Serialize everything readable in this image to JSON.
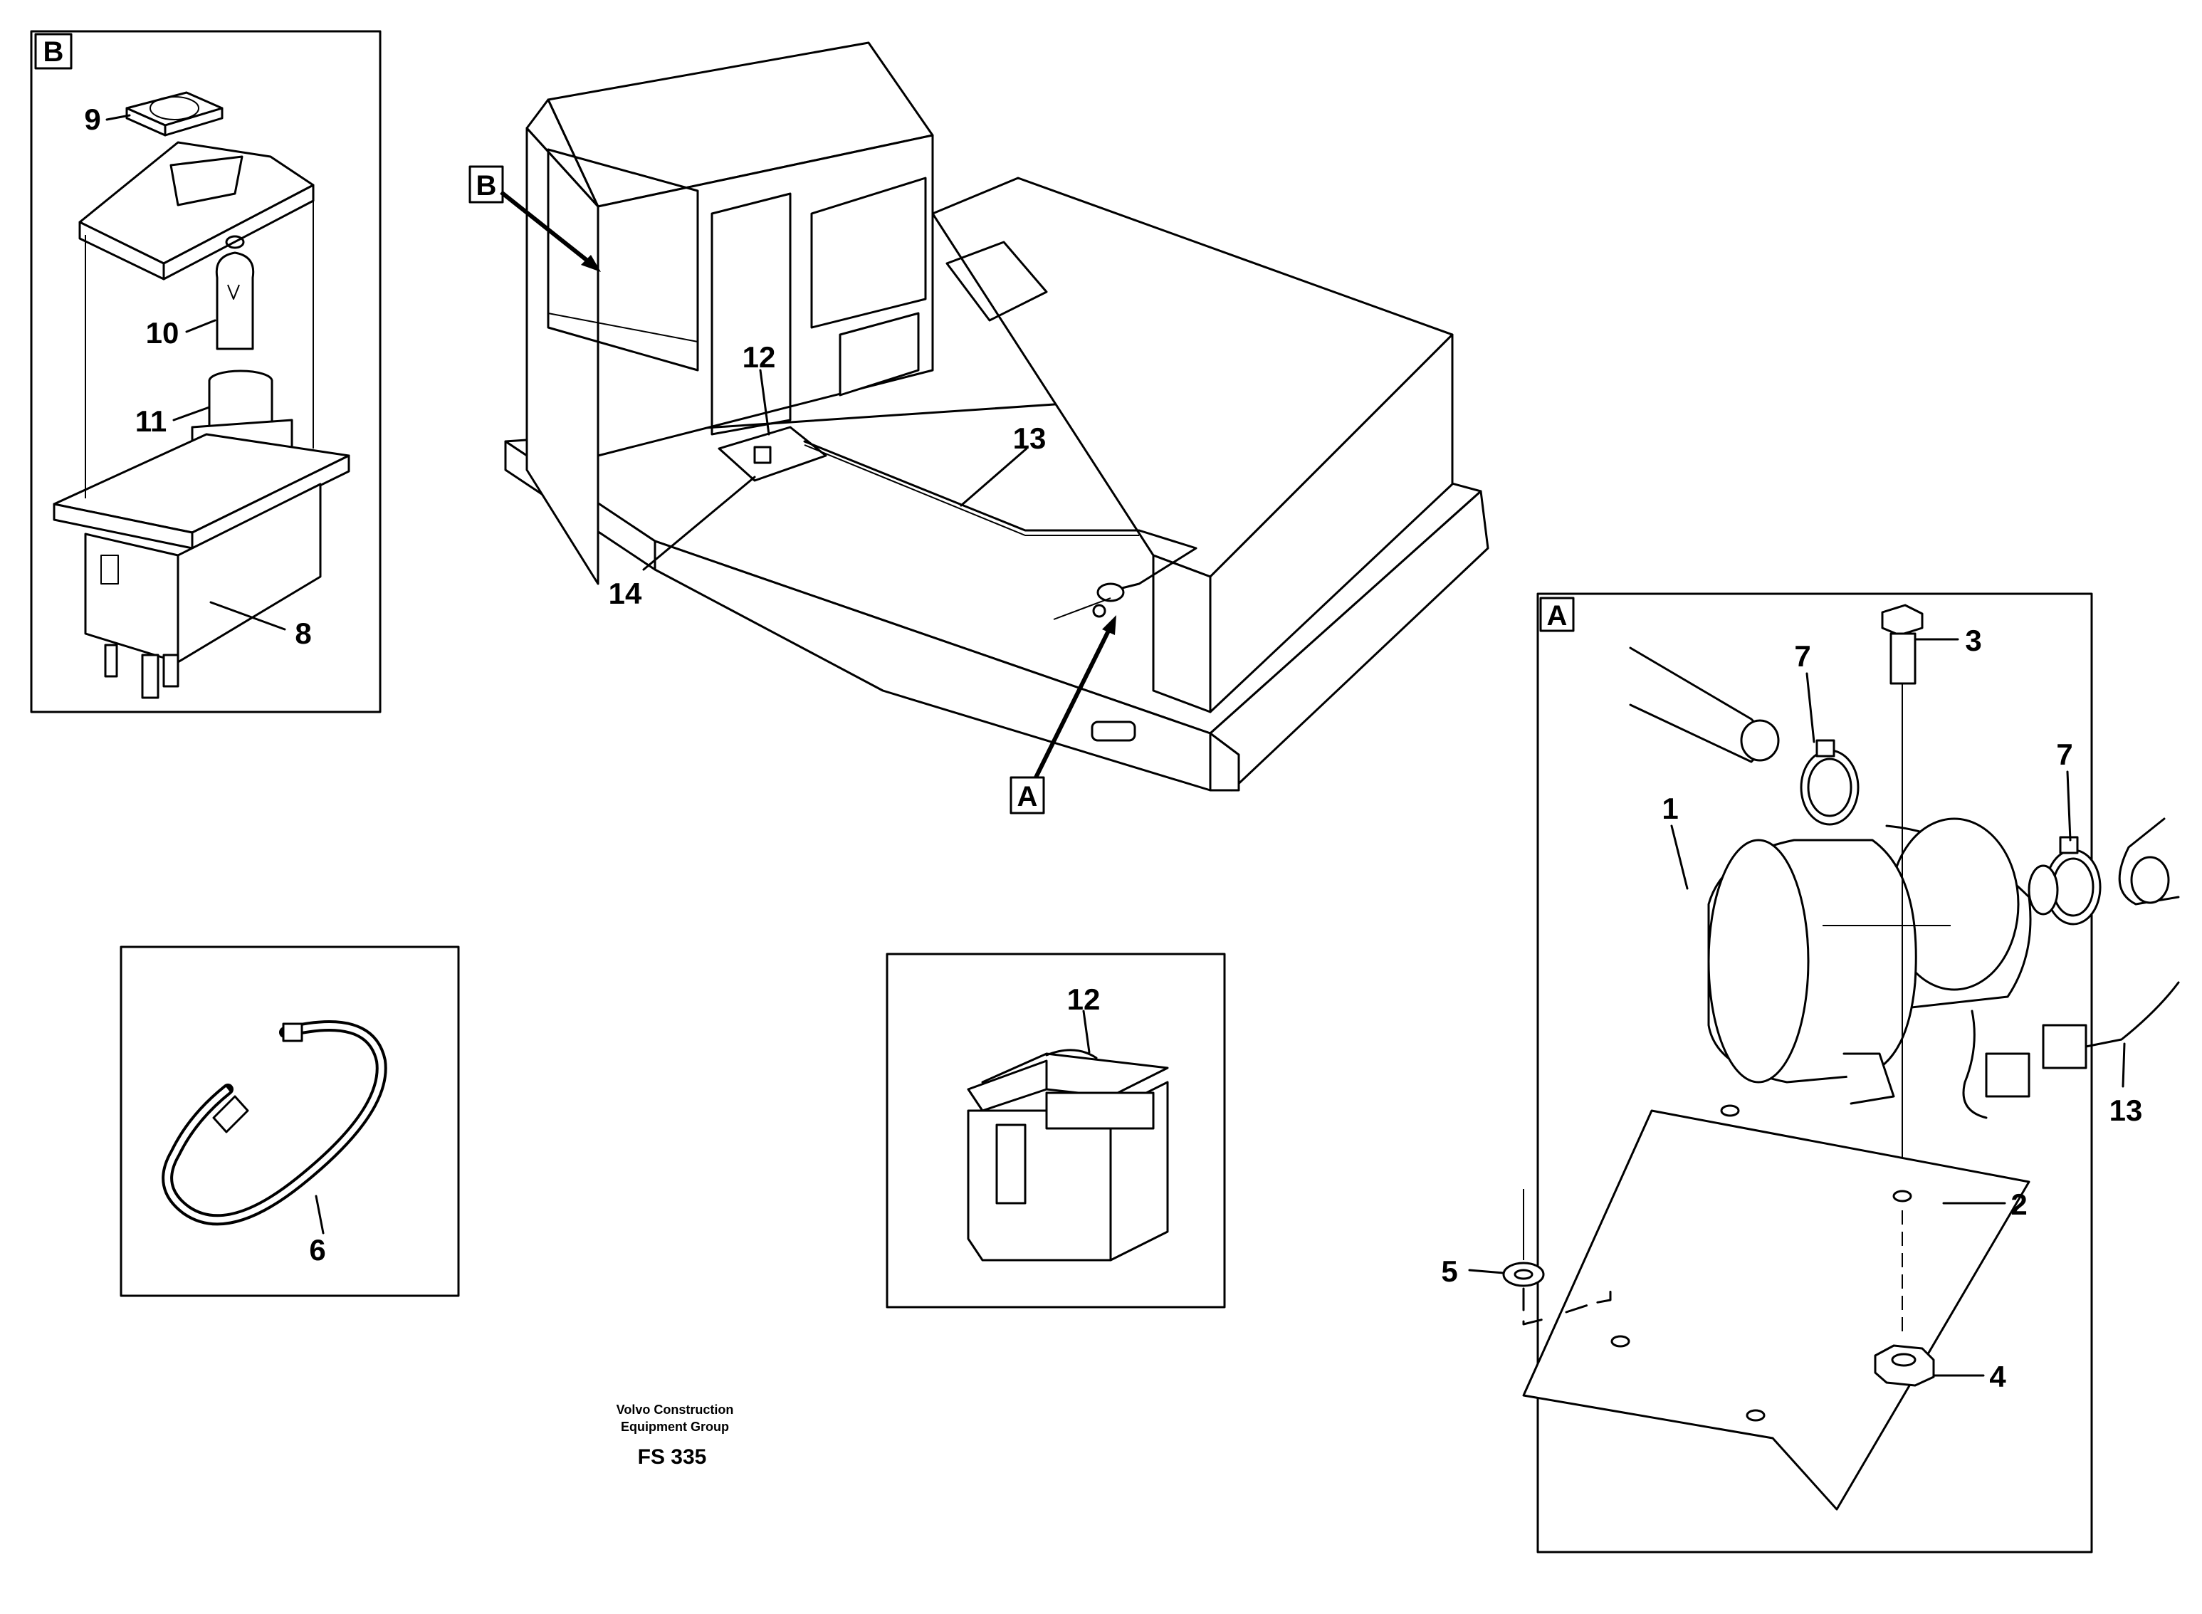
{
  "detail_labels": {
    "detail_a": "A",
    "detail_b": "B",
    "machine_ref_a": "A",
    "machine_ref_b": "B"
  },
  "callouts": {
    "c1": "1",
    "c2": "2",
    "c3": "3",
    "c4": "4",
    "c5": "5",
    "c6": "6",
    "c7a": "7",
    "c7b": "7",
    "c8": "8",
    "c9": "9",
    "c10": "10",
    "c11": "11",
    "c12_machine": "12",
    "c12_relay": "12",
    "c13_machine": "13",
    "c13_detail": "13",
    "c14": "14"
  },
  "footer": {
    "line1": "Volvo Construction",
    "line2": "Equipment Group",
    "figure": "FS 335"
  }
}
